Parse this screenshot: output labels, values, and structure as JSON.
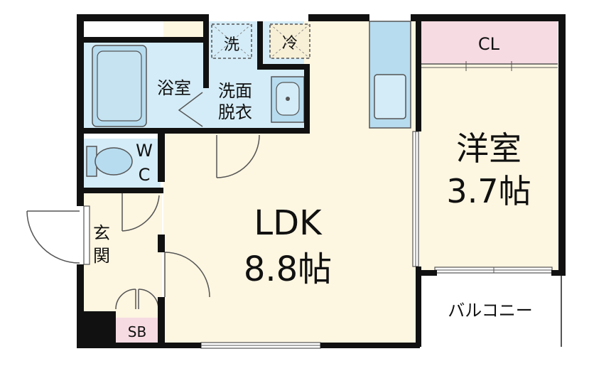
{
  "colors": {
    "wall": "#111111",
    "wet_area": "#d4ecf7",
    "fixture_fill": "#b7dcef",
    "living_floor": "#fdf6e1",
    "closet": "#f6dbe2",
    "balcony": "#ffffff",
    "line": "#555555"
  },
  "rooms": {
    "bath": "浴室",
    "washroom_line1": "洗面",
    "washroom_line2": "脱衣",
    "wc_w": "W",
    "wc_c": "C",
    "entrance_line1": "玄",
    "entrance_line2": "関",
    "shoe_box": "SB",
    "ldk_name": "LDK",
    "ldk_size": "8.8帖",
    "western_name": "洋室",
    "western_size": "3.7帖",
    "closet": "CL",
    "balcony": "バルコニー"
  },
  "fixtures": {
    "washer": "洗",
    "fridge": "冷"
  }
}
